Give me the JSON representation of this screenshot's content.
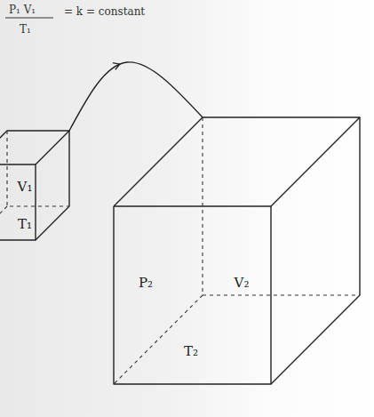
{
  "diagram": {
    "nodes": [
      {
        "text": [
          "V₁",
          "T₁"
        ]
      },
      {
        "text": [
          "P₂",
          "V₂",
          "T₂"
        ]
      }
    ],
    "edges": [
      {
        "from": 0,
        "to": 1,
        "arrow": "to"
      }
    ],
    "labels": [
      "P₁ V₁",
      "T₁",
      "= k = constant"
    ]
  }
}
